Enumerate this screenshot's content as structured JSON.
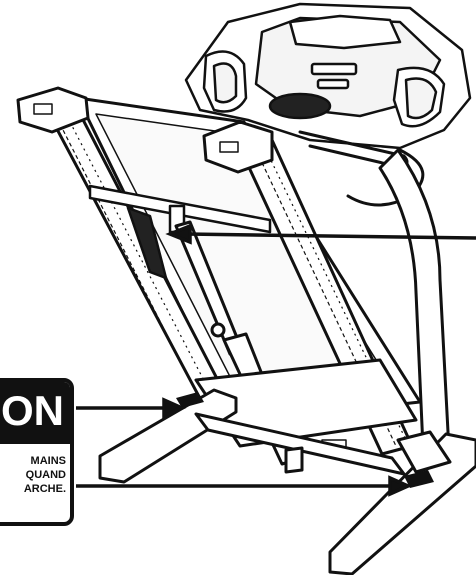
{
  "warning_label": {
    "heading": "ON",
    "lines": [
      "MAINS",
      "QUAND",
      "ARCHE."
    ]
  },
  "colors": {
    "line": "#111111",
    "fill": "#ffffff",
    "shade": "#e6e6e6",
    "label_bg": "#111111",
    "label_text": "#ffffff"
  }
}
